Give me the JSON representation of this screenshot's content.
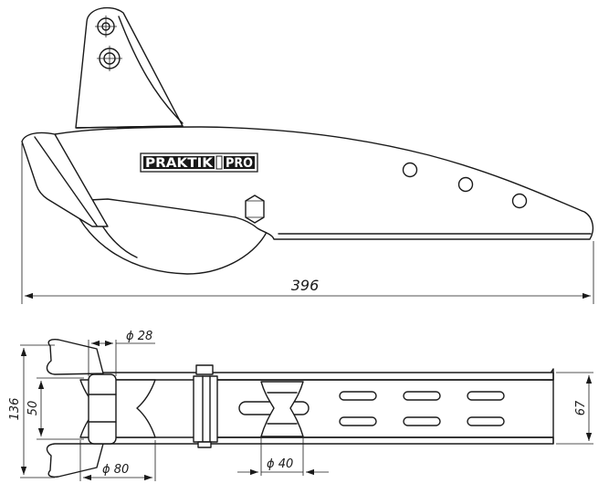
{
  "logo": {
    "part1": "PRAKTIK",
    "part2": "PRO"
  },
  "dimensions": {
    "length": "396",
    "width_total": "136",
    "roller_gap": "50",
    "body_width": "67",
    "front_roller_axle": "ϕ 28",
    "front_roller": "ϕ 80",
    "rear_roller": "ϕ 40"
  },
  "colors": {
    "line": "#1a1a1a",
    "background": "#ffffff"
  }
}
